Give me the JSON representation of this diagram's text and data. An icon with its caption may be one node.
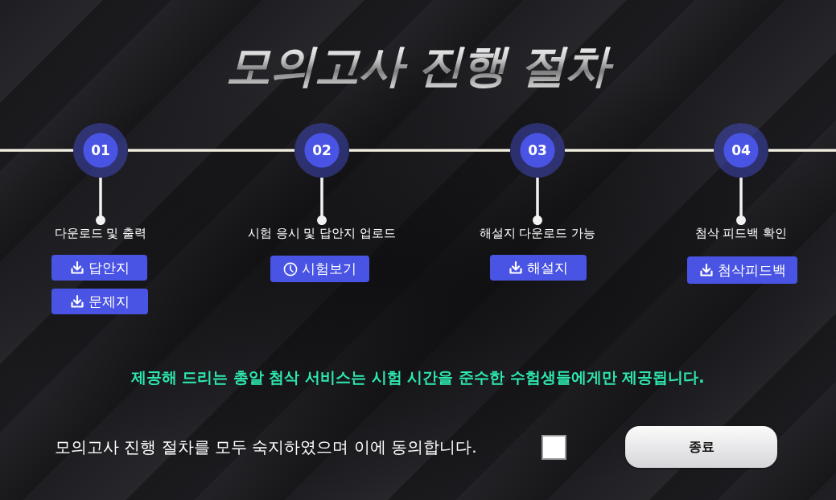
{
  "diagram": {
    "title": "모의고사 진행 절차",
    "nodes": [
      {
        "text": [
          "01"
        ]
      },
      {
        "text": [
          "02"
        ]
      },
      {
        "text": [
          "03"
        ]
      },
      {
        "text": [
          "04"
        ]
      },
      {
        "text": [
          "다운로드 및 출력"
        ]
      },
      {
        "text": [
          "시험 응시 및 답안지 업로드"
        ]
      },
      {
        "text": [
          "해설지 다운로드 가능"
        ]
      },
      {
        "text": [
          "첨삭 피드백 확인"
        ]
      },
      {
        "text": [
          "답안지"
        ]
      },
      {
        "text": [
          "시험보기"
        ]
      },
      {
        "text": [
          "해설지"
        ]
      },
      {
        "text": [
          "첨삭피드백"
        ]
      },
      {
        "text": [
          "문제지"
        ]
      },
      {
        "text": [
          "종료"
        ]
      }
    ],
    "edges": [
      {
        "from": null,
        "to": 0,
        "arrow": "none"
      },
      {
        "from": 0,
        "to": 1,
        "arrow": "none"
      },
      {
        "from": 1,
        "to": 2,
        "arrow": "none"
      },
      {
        "from": 2,
        "to": 3,
        "arrow": "none"
      },
      {
        "from": 3,
        "to": null,
        "arrow": "none"
      },
      {
        "from": 0,
        "to": 4,
        "arrow": "other"
      },
      {
        "from": 1,
        "to": 5,
        "arrow": "other"
      },
      {
        "from": 2,
        "to": 6,
        "arrow": "other"
      },
      {
        "from": 3,
        "to": 7,
        "arrow": "other"
      }
    ],
    "labels": [
      "제공해 드리는 총알 첨삭 서비스는 시험 시간을 준수한 수험생들에게만 제공됩니다.",
      "모의고사 진행 절차를 모두 숙지하였으며 이에 동의합니다."
    ]
  }
}
